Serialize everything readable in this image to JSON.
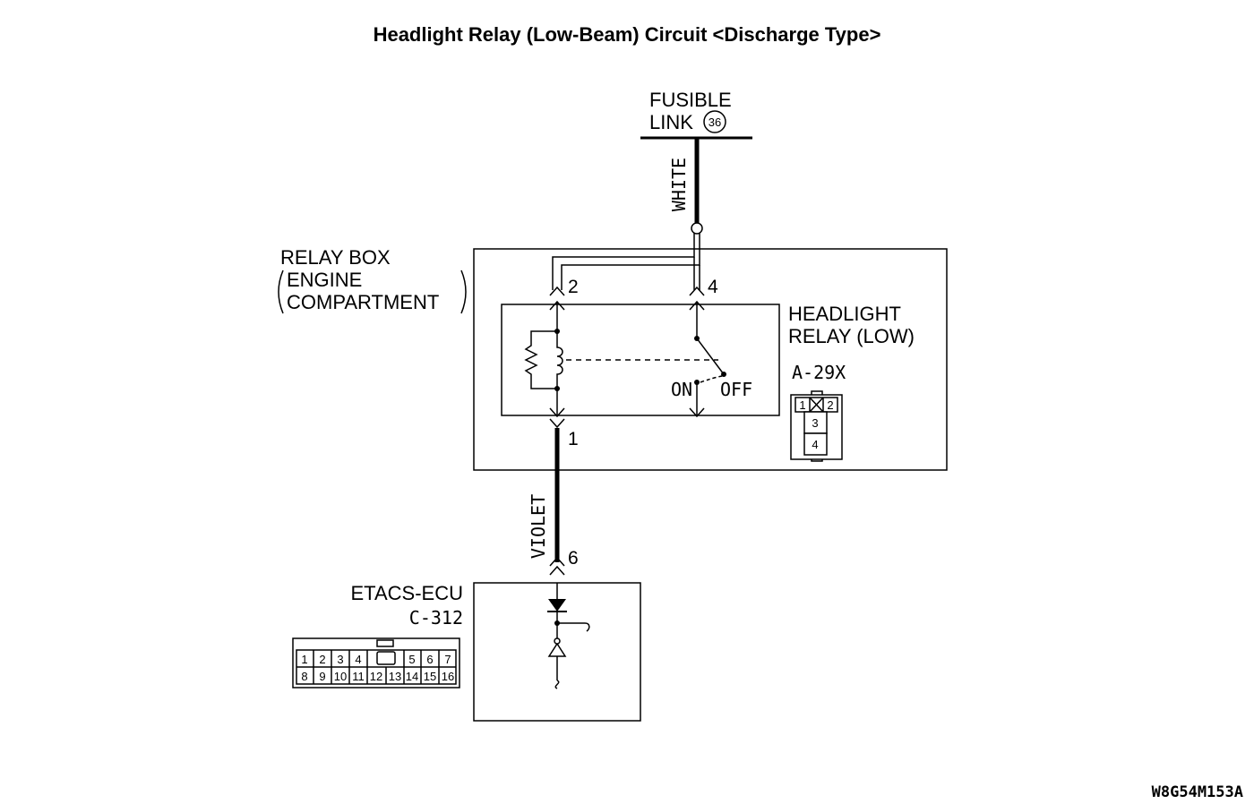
{
  "title": "Headlight Relay (Low-Beam) Circuit <Discharge Type>",
  "fusible_link": {
    "line1": "FUSIBLE",
    "line2": "LINK",
    "number": "36"
  },
  "wires": {
    "top_color": "WHITE",
    "bottom_color": "VIOLET"
  },
  "relay_box": {
    "line1": "RELAY BOX",
    "line2": "ENGINE",
    "line3": "COMPARTMENT"
  },
  "headlight_relay": {
    "line1": "HEADLIGHT",
    "line2": "RELAY (LOW)",
    "connector": "A-29X",
    "switch_on": "ON",
    "switch_off": "OFF",
    "pins": {
      "coil_top": "2",
      "switch_top": "4",
      "coil_bottom": "1"
    },
    "connector_cells": [
      "1",
      "2",
      "3",
      "4"
    ]
  },
  "etacs": {
    "name": "ETACS-ECU",
    "connector": "C-312",
    "pin": "6",
    "connector_row1": [
      "1",
      "2",
      "3",
      "4",
      "5",
      "6",
      "7"
    ],
    "connector_row2": [
      "8",
      "9",
      "10",
      "11",
      "12",
      "13",
      "14",
      "15",
      "16"
    ]
  },
  "diagram_code": "W8G54M153A"
}
